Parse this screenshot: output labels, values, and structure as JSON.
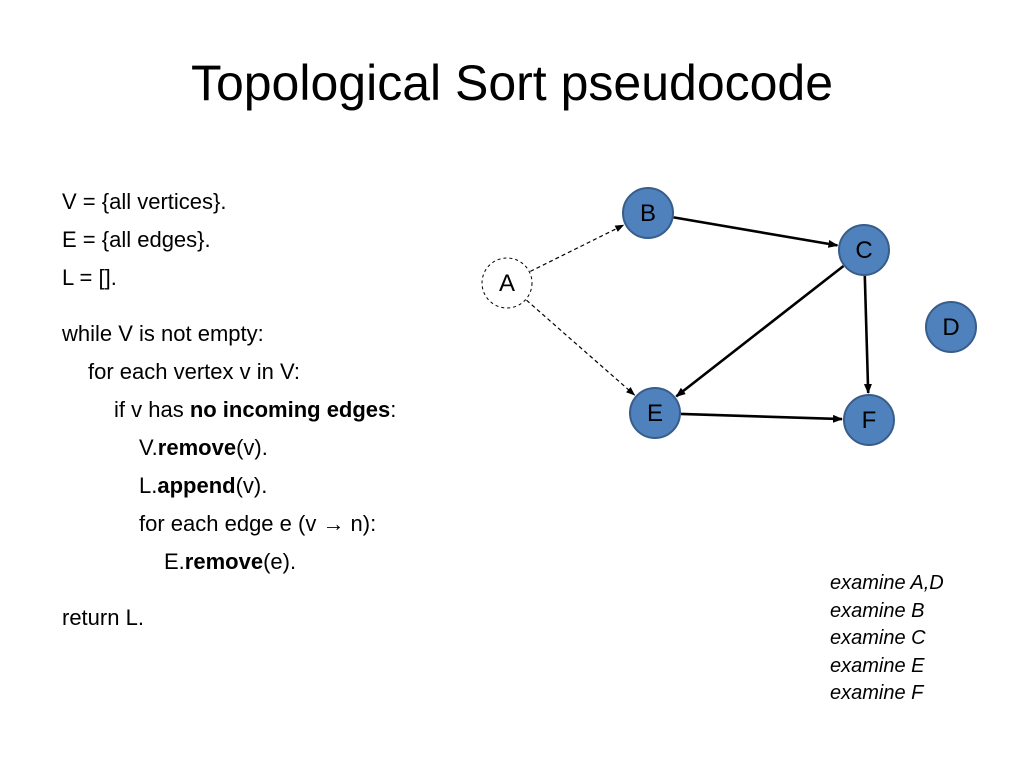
{
  "slide": {
    "title": "Topological Sort pseudocode"
  },
  "pseudocode": {
    "line_v": "V = {all vertices}.",
    "line_e": "E = {all edges}.",
    "line_l": "L = [].",
    "while_line": "while V is not empty:",
    "for_line": "for each vertex v in V:",
    "if_prefix": "if v has ",
    "if_bold": "no incoming edges",
    "if_suffix": ":",
    "remove_prefix": "V.",
    "remove_bold": "remove",
    "remove_suffix": "(v).",
    "append_prefix": "L.",
    "append_bold": "append",
    "append_suffix": "(v).",
    "edge_loop": "for each edge e (v → n):",
    "edge_remove_prefix": "E.",
    "edge_remove_bold": "remove",
    "edge_remove_suffix": "(e).",
    "return_line": "return L."
  },
  "graph": {
    "nodes": [
      {
        "id": "A",
        "label": "A",
        "style": "dashed",
        "fill": "#ffffff"
      },
      {
        "id": "B",
        "label": "B",
        "style": "solid",
        "fill": "#4f81bd"
      },
      {
        "id": "C",
        "label": "C",
        "style": "solid",
        "fill": "#4f81bd"
      },
      {
        "id": "D",
        "label": "D",
        "style": "solid",
        "fill": "#4f81bd"
      },
      {
        "id": "E",
        "label": "E",
        "style": "solid",
        "fill": "#4f81bd"
      },
      {
        "id": "F",
        "label": "F",
        "style": "solid",
        "fill": "#4f81bd"
      }
    ],
    "edges": [
      {
        "from": "A",
        "to": "B",
        "style": "dashed"
      },
      {
        "from": "A",
        "to": "E",
        "style": "dashed"
      },
      {
        "from": "B",
        "to": "C",
        "style": "solid"
      },
      {
        "from": "C",
        "to": "E",
        "style": "solid"
      },
      {
        "from": "C",
        "to": "F",
        "style": "solid"
      },
      {
        "from": "E",
        "to": "F",
        "style": "solid"
      }
    ]
  },
  "examine_steps": [
    "examine A,D",
    "examine B",
    "examine C",
    "examine E",
    "examine F"
  ]
}
